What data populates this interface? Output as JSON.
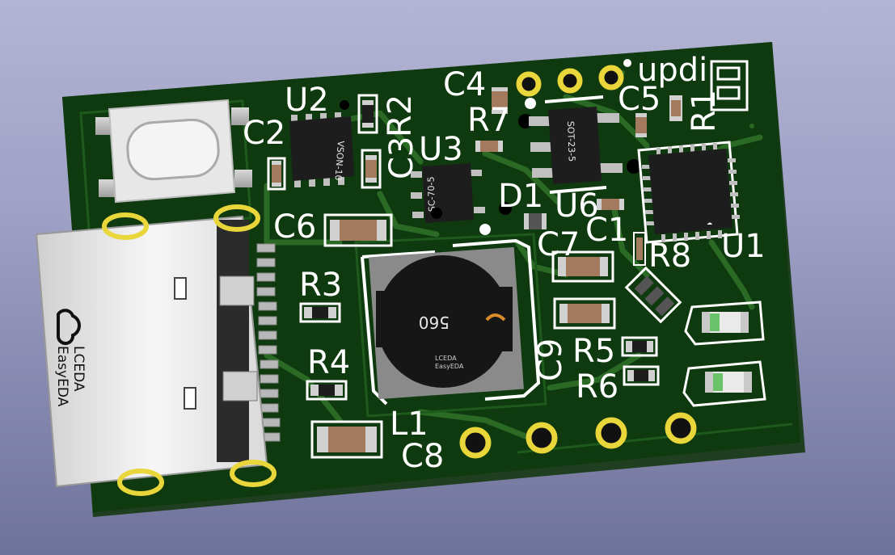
{
  "board": {
    "colors": {
      "background_top": "#b4b5d4",
      "background_bottom": "#6f729a",
      "soldermask": "#0f3a0f",
      "silkscreen": "#ffffff",
      "pad_gold": "#e8d63a",
      "ic_body": "#1d1d1d",
      "capacitor_body": "#a37a5e"
    },
    "labels": {
      "U2": "U2",
      "C2": "C2",
      "R2": "R2",
      "C3": "C3",
      "C4": "C4",
      "R7": "R7",
      "U3": "U3",
      "C5": "C5",
      "R1": "R1",
      "updi": "updi",
      "D1": "D1",
      "U6": "U6",
      "C1": "C1",
      "C6": "C6",
      "C7": "C7",
      "R8": "R8",
      "U1": "U1",
      "R3": "R3",
      "R4": "R4",
      "C9": "C9",
      "R5": "R5",
      "R6": "R6",
      "L1": "L1",
      "C8": "C8"
    },
    "package_marks": {
      "vson": "VSON-10",
      "sc70": "SC-70-5",
      "sot23": "SOT-23-5",
      "inductor": "560"
    },
    "logo": {
      "line1": "LCEDA",
      "line2": "EasyEDA",
      "icon": "cloud-logo-icon"
    },
    "small_logo": {
      "line1": "LCEDA",
      "line2": "EasyEDA"
    }
  }
}
